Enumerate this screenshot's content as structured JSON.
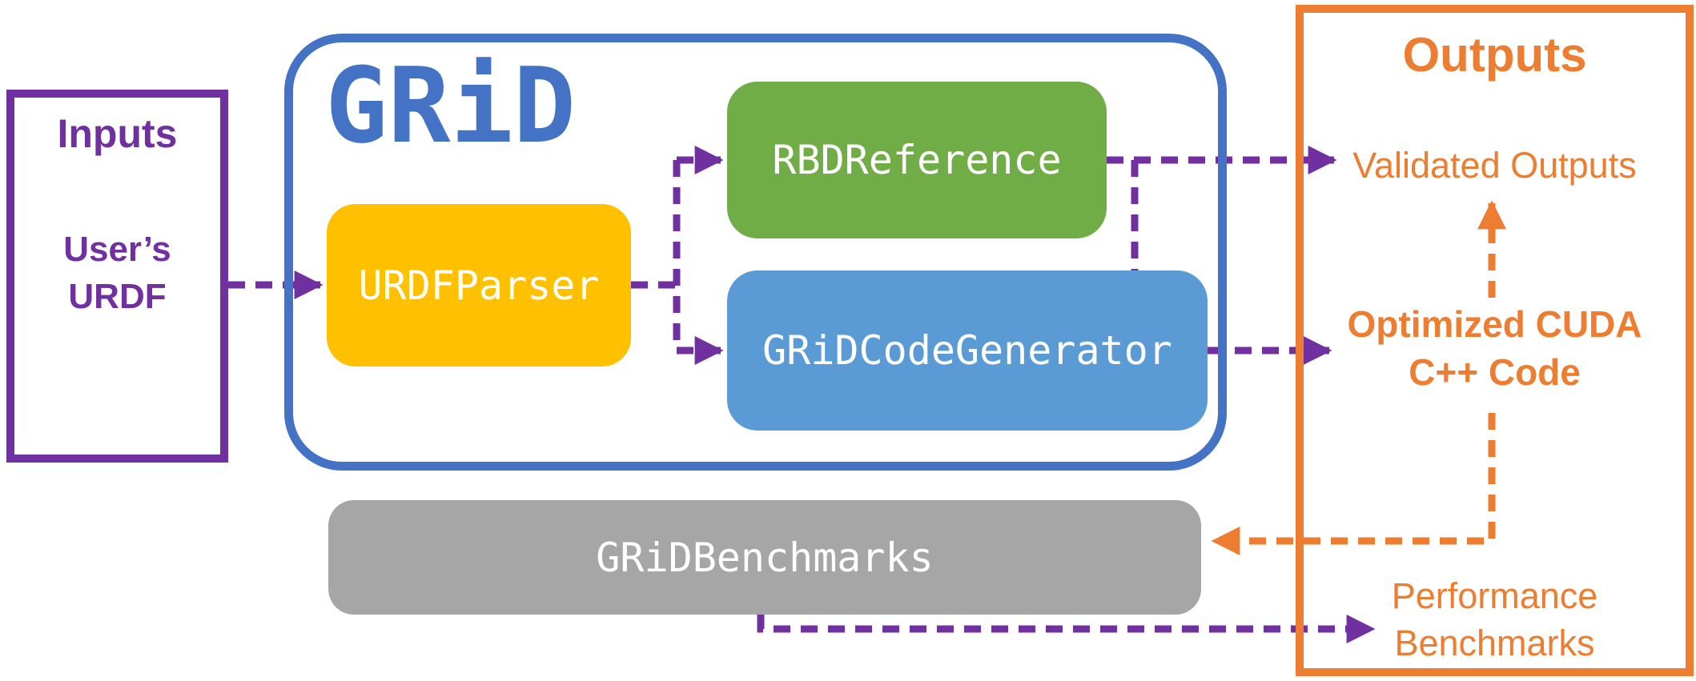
{
  "colors": {
    "purple": "#7030A0",
    "grid_blue": "#4472C4",
    "module_yellow": "#FFC000",
    "module_green": "#70AD47",
    "module_blue": "#5B9BD5",
    "module_gray": "#A6A6A6",
    "orange": "#ED7D31",
    "module_text": "#FFFFFF"
  },
  "inputs_panel": {
    "title": "Inputs",
    "item": "User’s\nURDF"
  },
  "grid_panel": {
    "title": "GRiD",
    "modules": {
      "urdf_parser": "URDFParser",
      "rbd_reference": "RBDReference",
      "code_generator": "GRiDCodeGenerator",
      "benchmarks": "GRiDBenchmarks"
    }
  },
  "outputs_panel": {
    "title": "Outputs",
    "validated": "Validated Outputs",
    "cuda": "Optimized CUDA\nC++ Code",
    "performance": "Performance\nBenchmarks"
  },
  "connections": [
    {
      "from": "User’s URDF",
      "to": "URDFParser",
      "color": "#7030A0",
      "style": "dashed-arrow"
    },
    {
      "from": "URDFParser",
      "to": "RBDReference",
      "color": "#7030A0",
      "style": "dashed-arrow"
    },
    {
      "from": "URDFParser",
      "to": "GRiDCodeGenerator",
      "color": "#7030A0",
      "style": "dashed-arrow"
    },
    {
      "from": "RBDReference",
      "to": "Validated Outputs",
      "color": "#7030A0",
      "style": "dashed-arrow"
    },
    {
      "from": "GRiDCodeGenerator",
      "to": "RBDReference output line",
      "color": "#7030A0",
      "style": "dashed-line"
    },
    {
      "from": "GRiDCodeGenerator",
      "to": "Optimized CUDA C++ Code",
      "color": "#7030A0",
      "style": "dashed-arrow"
    },
    {
      "from": "GRiDBenchmarks",
      "to": "Performance Benchmarks",
      "color": "#7030A0",
      "style": "dashed-arrow"
    },
    {
      "from": "Optimized CUDA C++ Code",
      "to": "Validated Outputs",
      "color": "#ED7D31",
      "style": "dashed-arrow"
    },
    {
      "from": "Optimized CUDA C++ Code",
      "to": "GRiDBenchmarks",
      "color": "#ED7D31",
      "style": "dashed-arrow"
    }
  ]
}
